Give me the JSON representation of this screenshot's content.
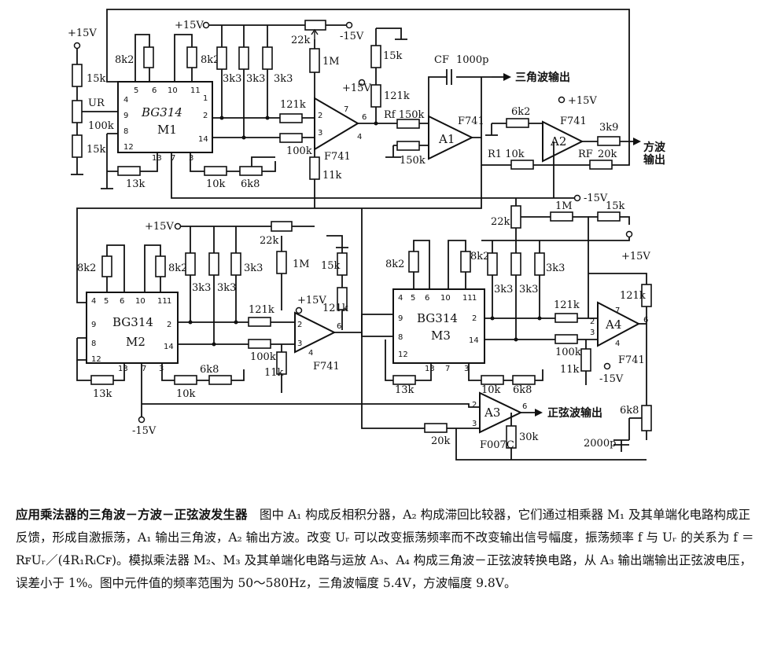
{
  "chips": {
    "m1": {
      "type": "BG314",
      "name": "M1"
    },
    "m2": {
      "type": "BG314",
      "name": "M2"
    },
    "m3": {
      "type": "BG314",
      "name": "M3"
    }
  },
  "opamps": {
    "a1": {
      "name": "A1",
      "type": "F741"
    },
    "a2": {
      "name": "A2",
      "type": "F741"
    },
    "a3": {
      "name": "A3",
      "type": "F007C"
    },
    "a4": {
      "name": "A4",
      "type": "F741"
    },
    "f741_top": "F741",
    "f741_mid": "F741"
  },
  "supplies": {
    "pos": "+15V",
    "neg": "-15V"
  },
  "signals": {
    "ur": "UR",
    "cf": "CF",
    "cf_value": "1000p",
    "rf": "Rf 150k",
    "r1": "R1 10k",
    "rf2": "RF",
    "triangle_out": "三角波输出",
    "square_out_1": "方波",
    "square_out_2": "输出",
    "sine_out": "正弦波输出"
  },
  "resistors": {
    "r8k2": "8k2",
    "r3k3": "3k3",
    "r22k": "22k",
    "r1m": "1M",
    "r15k": "15k",
    "r121k": "121k",
    "r100k": "100k",
    "r13k": "13k",
    "r10k": "10k",
    "r6k8": "6k8",
    "r11k": "11k",
    "r150k": "150k",
    "r6k2": "6k2",
    "r3k9": "3k9",
    "r20k": "20k",
    "r30k": "30k",
    "c2000p": "2000p"
  },
  "pins": [
    "1",
    "2",
    "3",
    "4",
    "5",
    "6",
    "7",
    "8",
    "9",
    "10",
    "11",
    "12",
    "13",
    "14"
  ],
  "caption": {
    "title": "应用乘法器的三角波－方波－正弦波发生器",
    "body": "　图中 A₁ 构成反相积分器，A₂ 构成滞回比较器，它们通过相乘器 M₁ 及其单端化电路构成正反馈，形成自激振荡，A₁ 输出三角波，A₂ 输出方波。改变 Uᵣ 可以改变振荡频率而不改变输出信号幅度，振荡频率 f 与 Uᵣ 的关系为 f ＝ RꜰUᵣ／(4R₁RᵢCꜰ)。模拟乘法器 M₂、M₃ 及其单端化电路与运放 A₃、A₄ 构成三角波－正弦波转换电路，从 A₃ 输出端输出正弦波电压，误差小于 1%。图中元件值的频率范围为 50～580Hz，三角波幅度 5.4V，方波幅度 9.8V。"
  }
}
